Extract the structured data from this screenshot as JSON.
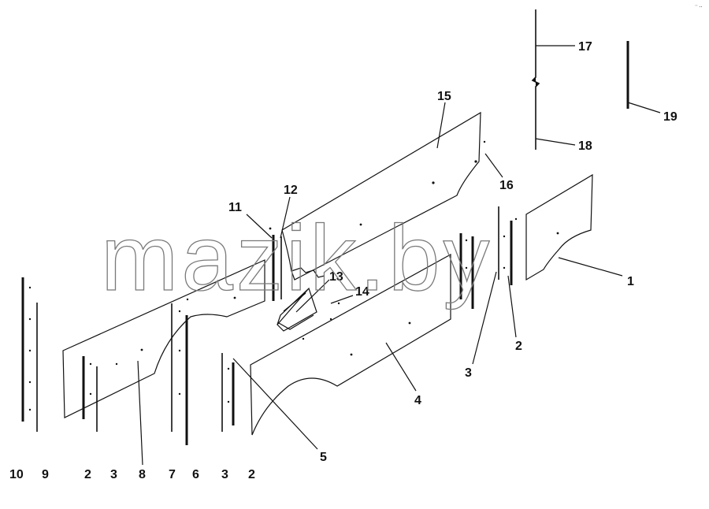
{
  "watermark": "mazik.by",
  "corner_mark": "‧‧ ‥",
  "callouts": [
    {
      "id": "c1",
      "label": "1"
    },
    {
      "id": "c2a",
      "label": "2"
    },
    {
      "id": "c3a",
      "label": "3"
    },
    {
      "id": "c4",
      "label": "4"
    },
    {
      "id": "c5",
      "label": "5"
    },
    {
      "id": "c8",
      "label": "8"
    },
    {
      "id": "c11",
      "label": "11"
    },
    {
      "id": "c12",
      "label": "12"
    },
    {
      "id": "c13",
      "label": "13"
    },
    {
      "id": "c14",
      "label": "14"
    },
    {
      "id": "c15",
      "label": "15"
    },
    {
      "id": "c16",
      "label": "16"
    },
    {
      "id": "c17",
      "label": "17"
    },
    {
      "id": "c18",
      "label": "18"
    },
    {
      "id": "c19",
      "label": "19"
    }
  ],
  "bottom_row": [
    "10",
    "9",
    "2",
    "3",
    "8",
    "7",
    "6",
    "3",
    "2"
  ]
}
